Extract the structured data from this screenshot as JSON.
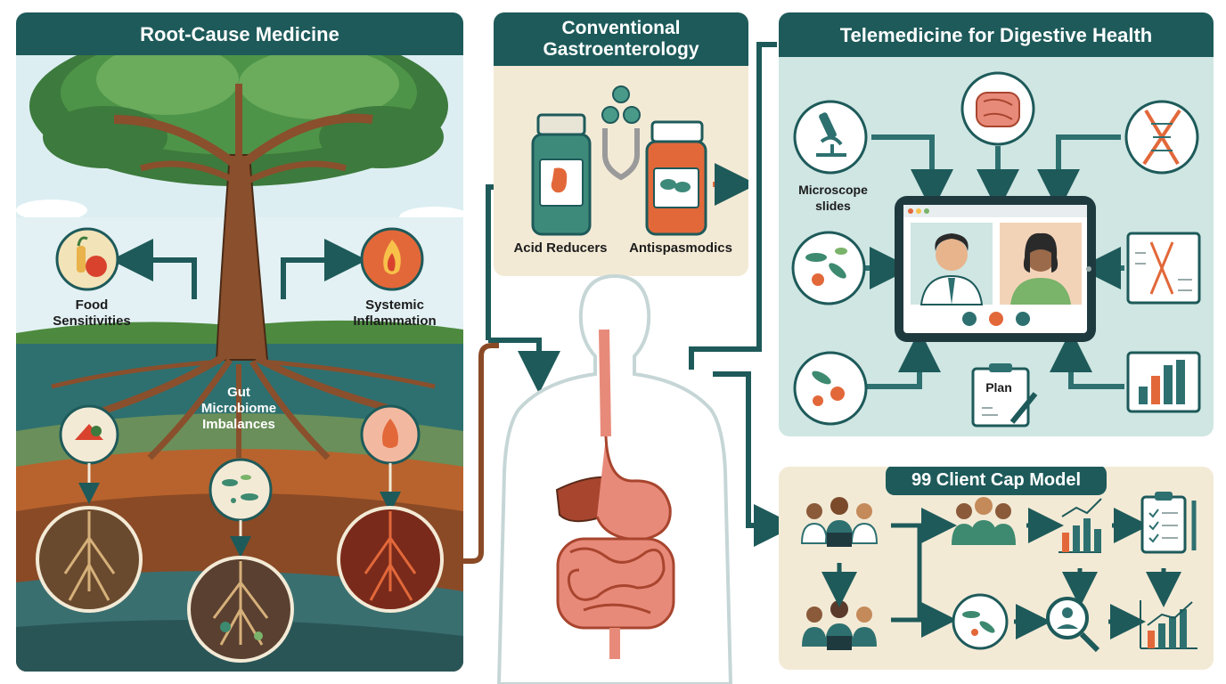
{
  "root_cause": {
    "title": "Root-Cause Medicine",
    "food_label": "Food\nSensitivities",
    "inflammation_label": "Systemic\nInflammation",
    "microbiome_label": "Gut\nMicrobiome\nImbalances"
  },
  "conventional": {
    "title": "Conventional\nGastroenterology",
    "acid_label": "Acid Reducers",
    "antispasmodic_label": "Antispasmodics"
  },
  "telemedicine": {
    "title": "Telemedicine for Digestive Health",
    "microscope_label": "Microscope\nslides",
    "plan_label": "Plan"
  },
  "cap_model": {
    "title": "99 Client Cap Model"
  },
  "colors": {
    "teal_dark": "#1e5a5a",
    "sky": "#dceef2",
    "soil_teal": "#2e7070",
    "soil_brown": "#8a4a26",
    "cream": "#f3ead6",
    "mint": "#cfe6e3",
    "orange": "#e2683a"
  }
}
